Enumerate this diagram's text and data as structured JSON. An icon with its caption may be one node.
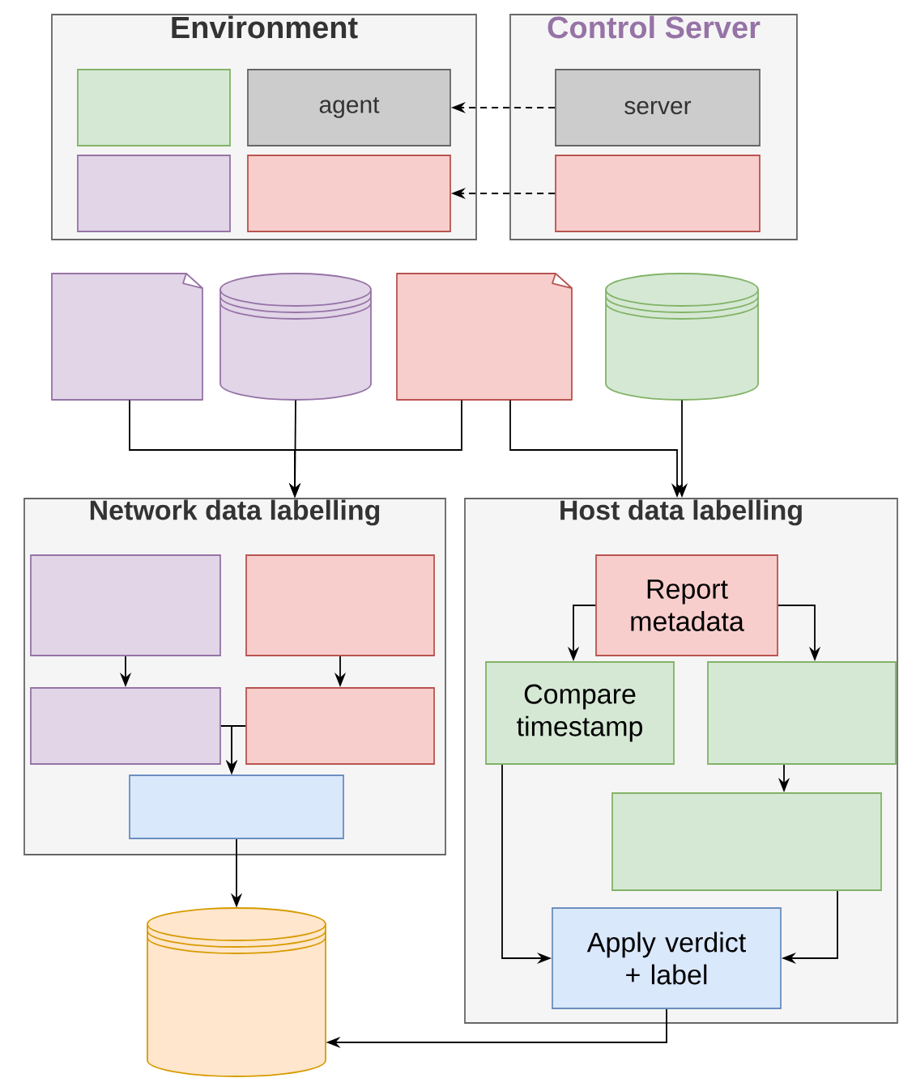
{
  "diagram": {
    "nodes": [
      {
        "text": [
          "Environment"
        ]
      },
      {
        "text": [
          "Control Server"
        ]
      },
      {
        "text": [],
        "shape": "box",
        "in": 0
      },
      {
        "text": [
          "agent"
        ],
        "in": 0
      },
      {
        "text": [],
        "shape": "box",
        "in": 0
      },
      {
        "text": [],
        "shape": "box",
        "in": 0
      },
      {
        "text": [
          "server"
        ],
        "in": 1
      },
      {
        "text": [],
        "shape": "box",
        "in": 1
      },
      {
        "text": [],
        "shape": "document"
      },
      {
        "text": [],
        "shape": "cylinder"
      },
      {
        "text": [],
        "shape": "document"
      },
      {
        "text": [],
        "shape": "cylinder"
      },
      {
        "text": [
          "Network data labelling"
        ]
      },
      {
        "text": [
          "Host data labelling"
        ]
      },
      {
        "text": [],
        "shape": "box",
        "in": 12
      },
      {
        "text": [],
        "shape": "box",
        "in": 12
      },
      {
        "text": [],
        "shape": "box",
        "in": 12
      },
      {
        "text": [],
        "shape": "box",
        "in": 12
      },
      {
        "text": [],
        "shape": "box",
        "in": 12
      },
      {
        "text": [
          "Report metadata"
        ],
        "in": 13
      },
      {
        "text": [
          "Compare timestamp"
        ],
        "in": 13
      },
      {
        "text": [],
        "shape": "box",
        "in": 13
      },
      {
        "text": [],
        "shape": "box",
        "in": 13
      },
      {
        "text": [
          "Apply verdict + label"
        ],
        "in": 13
      },
      {
        "text": [],
        "shape": "cylinder"
      }
    ],
    "edges": [
      {
        "from": 6,
        "to": 3,
        "arrow": "to",
        "style": "dashed"
      },
      {
        "from": 7,
        "to": 5,
        "arrow": "to",
        "style": "dashed"
      },
      {
        "from": 8,
        "to": 12,
        "arrow": "to"
      },
      {
        "from": 9,
        "to": 12,
        "arrow": "to"
      },
      {
        "from": 10,
        "to": 12,
        "arrow": "to"
      },
      {
        "from": 10,
        "to": 13,
        "arrow": "to"
      },
      {
        "from": 11,
        "to": 13,
        "arrow": "to"
      },
      {
        "from": 14,
        "to": 16,
        "arrow": "to"
      },
      {
        "from": 15,
        "to": 17,
        "arrow": "to"
      },
      {
        "from": 16,
        "to": 18,
        "arrow": "to"
      },
      {
        "from": 17,
        "to": 18,
        "arrow": "to"
      },
      {
        "from": 18,
        "to": 24,
        "arrow": "to"
      },
      {
        "from": 19,
        "to": 20,
        "arrow": "to"
      },
      {
        "from": 19,
        "to": 21,
        "arrow": "to"
      },
      {
        "from": 21,
        "to": 22,
        "arrow": "to"
      },
      {
        "from": 20,
        "to": 23,
        "arrow": "to"
      },
      {
        "from": 22,
        "to": 23,
        "arrow": "to"
      },
      {
        "from": 23,
        "to": 24,
        "arrow": "to"
      }
    ]
  }
}
